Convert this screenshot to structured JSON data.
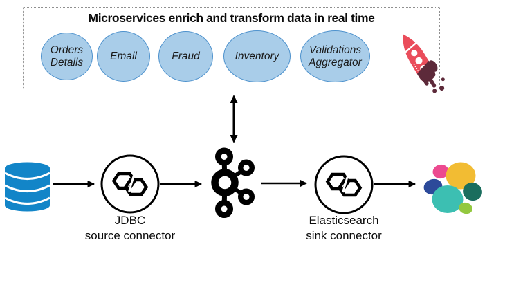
{
  "microservices_box": {
    "title": "Microservices enrich and transform data in real time",
    "services": [
      {
        "label": "Orders\nDetails"
      },
      {
        "label": "Email"
      },
      {
        "label": "Fraud"
      },
      {
        "label": "Inventory"
      },
      {
        "label": "Validations\nAggregator"
      }
    ]
  },
  "pipeline": {
    "source_connector_label": "JDBC\nsource connector",
    "sink_connector_label": "Elasticsearch\nsink connector"
  },
  "icons": {
    "database": "database-cylinder-icon",
    "kafka": "kafka-logo-icon",
    "source_connector": "kafka-connect-hexagons-icon",
    "sink_connector": "kafka-connect-hexagons-icon",
    "elasticsearch": "elasticsearch-cluster-logo-icon",
    "rocket": "rocket-icon"
  },
  "colors": {
    "bubble_fill": "#a9cde9",
    "bubble_stroke": "#4e92cd",
    "database_blue": "#1285c8",
    "diagram_black": "#000000",
    "rocket_red": "#ea4d5b",
    "rocket_drip": "#5d2a3a",
    "es_yellow": "#f2bc33",
    "es_pink": "#ec4a90",
    "es_navy": "#2c4a9a",
    "es_teal": "#3cbfb2",
    "es_dark_green": "#1a6e5e",
    "es_light_green": "#93c83f"
  }
}
